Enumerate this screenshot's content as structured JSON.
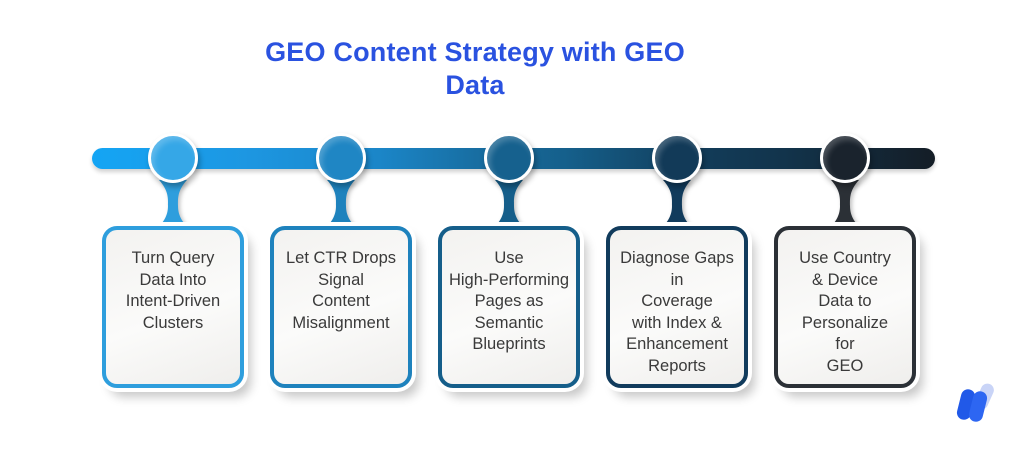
{
  "title": {
    "text": "GEO Content Strategy with GEO\nData",
    "color": "#2a52e0"
  },
  "timeline": {
    "bar": {
      "start_color": "#14a5f4",
      "end_color": "#141d26"
    },
    "items": [
      {
        "label": "Turn Query\nData Into\nIntent-Driven\nClusters",
        "accent_color": "#2e9edd",
        "node_color": "#35a7e7"
      },
      {
        "label": "Let CTR Drops\nSignal\nContent\nMisalignment",
        "accent_color": "#1e82bd",
        "node_color": "#1f86c4"
      },
      {
        "label": "Use\nHigh-Performing\nPages as\nSemantic\nBlueprints",
        "accent_color": "#155e8a",
        "node_color": "#16618e"
      },
      {
        "label": "Diagnose Gaps\nin\nCoverage\nwith Index &\nEnhancement\nReports",
        "accent_color": "#113b5c",
        "node_color": "#123a58"
      },
      {
        "label": "Use Country\n& Device\nData to\nPersonalize\nfor\nGEO",
        "accent_color": "#2b3036",
        "node_color": "#1a232d"
      }
    ]
  },
  "logo": {
    "primary_color": "#2159e8",
    "secondary_color": "#2d66f2",
    "ghost_color": "#c9d4f7"
  }
}
